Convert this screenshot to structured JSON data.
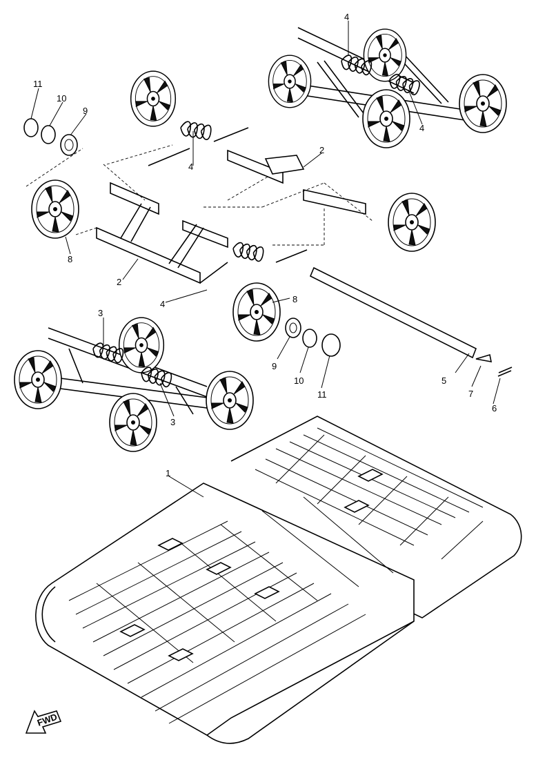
{
  "labels": {
    "n1": "1",
    "n2a": "2",
    "n2b": "2",
    "n3a": "3",
    "n3b": "3",
    "n4a": "4",
    "n4b": "4",
    "n4c": "4",
    "n4d": "4",
    "n5": "5",
    "n6": "6",
    "n7": "7",
    "n8a": "8",
    "n8b": "8",
    "n9a": "9",
    "n9b": "9",
    "n10a": "10",
    "n10b": "10",
    "n11a": "11",
    "n11b": "11",
    "fwd": "FWD"
  },
  "icons": {
    "wheel": "suspension-wheel",
    "spring": "torsion-spring",
    "track": "drive-track",
    "arrow": "forward-arrow"
  }
}
